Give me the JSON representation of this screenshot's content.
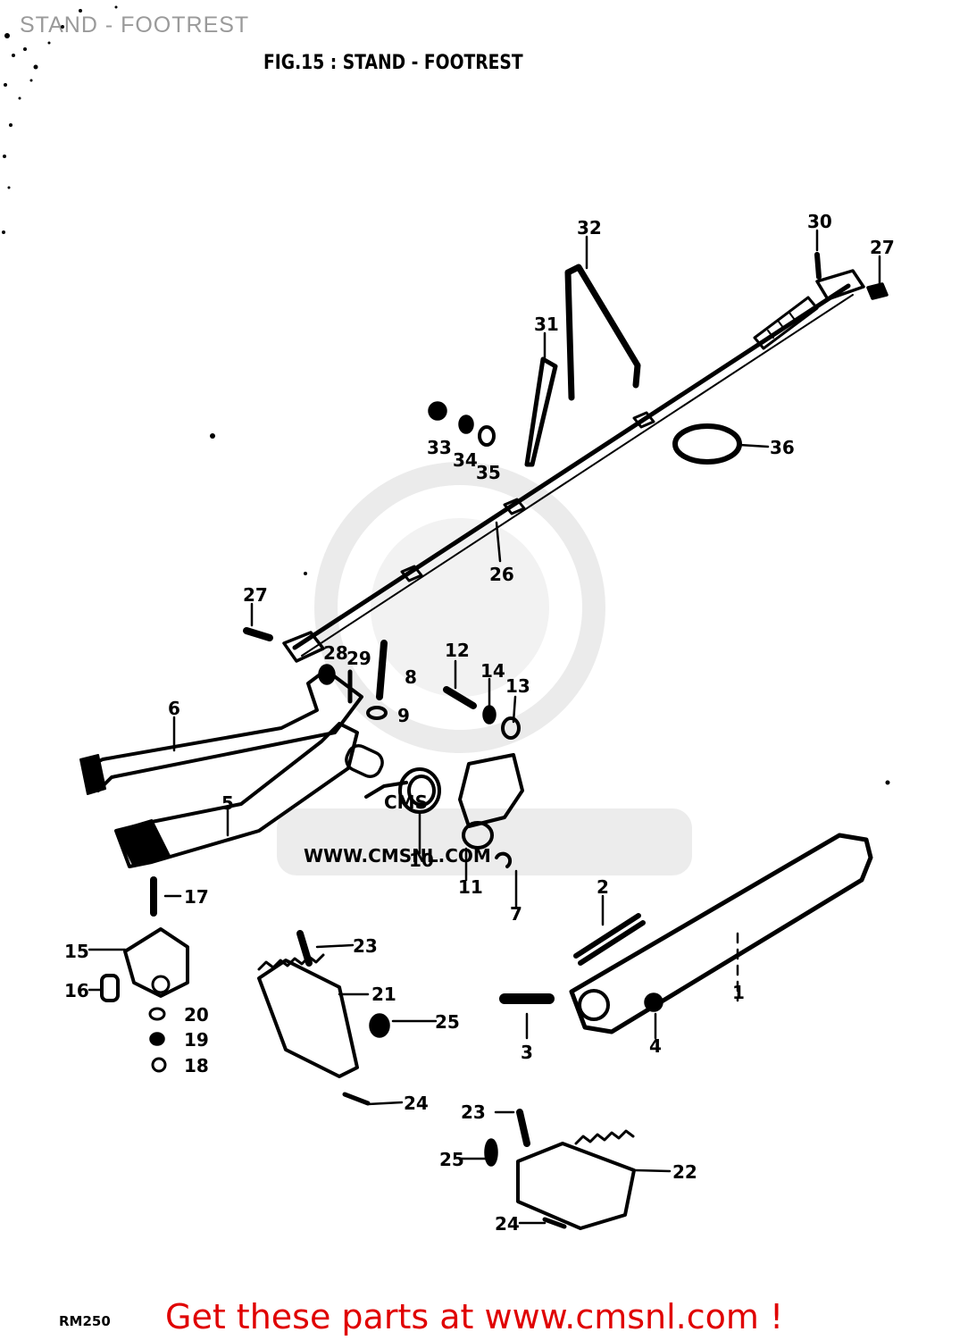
{
  "header": {
    "title": "STAND - FOOTREST"
  },
  "figure": {
    "title": "FIG.15 : STAND - FOOTREST",
    "model_code": "RM250"
  },
  "watermark": {
    "brand": "CMS",
    "url": "WWW.CMSNL.COM"
  },
  "footer": {
    "cta": "Get these parts at www.cmsnl.com !"
  },
  "colors": {
    "ink": "#000000",
    "cta": "#e00000",
    "watermark": "#e6e6e6",
    "header": "#9a9a9a"
  },
  "callouts": {
    "c1": "1",
    "c2": "2",
    "c3": "3",
    "c4": "4",
    "c5": "5",
    "c6": "6",
    "c7": "7",
    "c8": "8",
    "c9": "9",
    "c10": "10",
    "c11": "11",
    "c12": "12",
    "c13": "13",
    "c14": "14",
    "c15": "15",
    "c16": "16",
    "c17": "17",
    "c18": "18",
    "c19": "19",
    "c20": "20",
    "c21": "21",
    "c22": "22",
    "c23a": "23",
    "c23b": "23",
    "c24a": "24",
    "c24b": "24",
    "c25a": "25",
    "c25b": "25",
    "c26": "26",
    "c27a": "27",
    "c27b": "27",
    "c28": "28",
    "c29": "29",
    "c30": "30",
    "c31": "31",
    "c32": "32",
    "c33": "33",
    "c34": "34",
    "c35": "35",
    "c36": "36"
  }
}
